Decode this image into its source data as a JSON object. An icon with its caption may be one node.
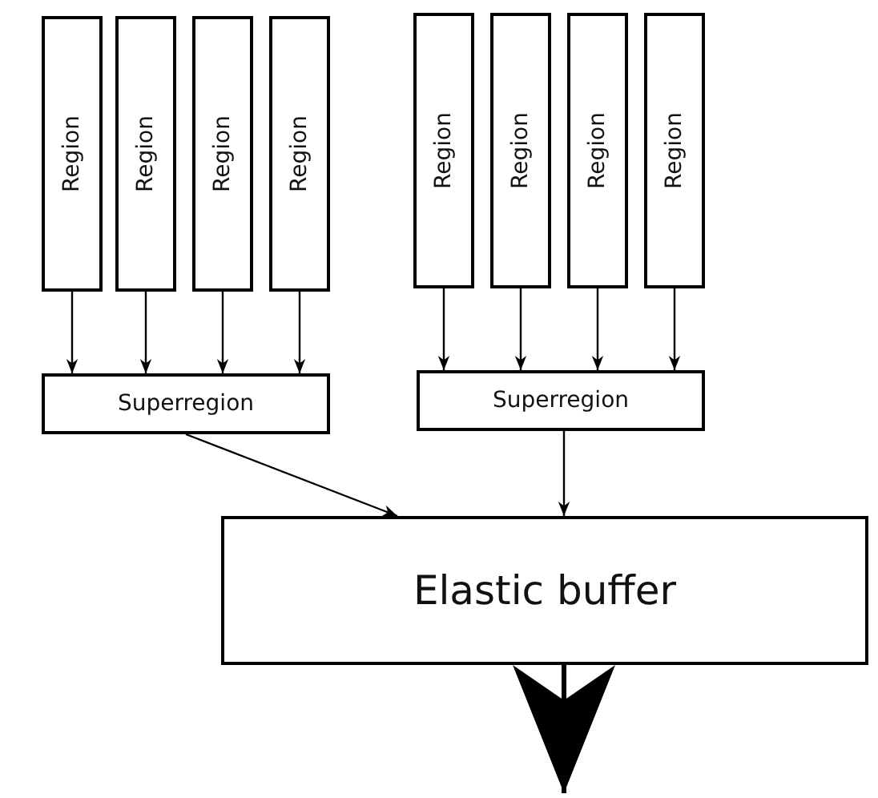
{
  "diagram": {
    "nodes": [
      {
        "text": [
          "Region"
        ]
      },
      {
        "text": [
          "Region"
        ]
      },
      {
        "text": [
          "Region"
        ]
      },
      {
        "text": [
          "Region"
        ]
      },
      {
        "text": [
          "Region"
        ]
      },
      {
        "text": [
          "Region"
        ]
      },
      {
        "text": [
          "Region"
        ]
      },
      {
        "text": [
          "Region"
        ]
      },
      {
        "text": [
          "Superregion"
        ]
      },
      {
        "text": [
          "Superregion"
        ]
      },
      {
        "text": [
          "Elastic buffer"
        ]
      }
    ],
    "edges": [
      {
        "from": 0,
        "to": 8,
        "arrow": "to"
      },
      {
        "from": 1,
        "to": 8,
        "arrow": "to"
      },
      {
        "from": 2,
        "to": 8,
        "arrow": "to"
      },
      {
        "from": 3,
        "to": 8,
        "arrow": "to"
      },
      {
        "from": 4,
        "to": 9,
        "arrow": "to"
      },
      {
        "from": 5,
        "to": 9,
        "arrow": "to"
      },
      {
        "from": 6,
        "to": 9,
        "arrow": "to"
      },
      {
        "from": 7,
        "to": 9,
        "arrow": "to"
      },
      {
        "from": 8,
        "to": 10,
        "arrow": "to"
      },
      {
        "from": 9,
        "to": 10,
        "arrow": "to"
      },
      {
        "from": 10,
        "to": null,
        "arrow": "to",
        "style": "thick"
      }
    ]
  }
}
